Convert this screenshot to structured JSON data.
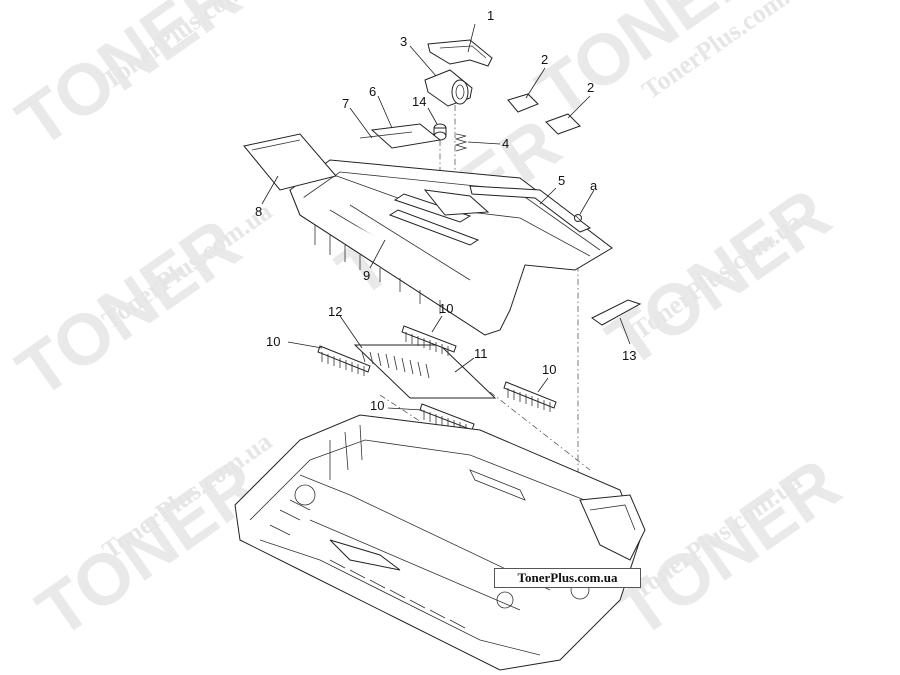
{
  "watermark": {
    "brand": "TONER",
    "site": "TonerPlus.com.ua"
  },
  "badge": {
    "text": "TonerPlus.com.ua"
  },
  "callouts": {
    "c1": "1",
    "c2a": "2",
    "c2b": "2",
    "c3": "3",
    "c4": "4",
    "c5": "5",
    "c6": "6",
    "c7": "7",
    "c8": "8",
    "c9": "9",
    "c10a": "10",
    "c10b": "10",
    "c10c": "10",
    "c10d": "10",
    "c11": "11",
    "c12": "12",
    "c13": "13",
    "c14": "14",
    "ca": "a"
  }
}
